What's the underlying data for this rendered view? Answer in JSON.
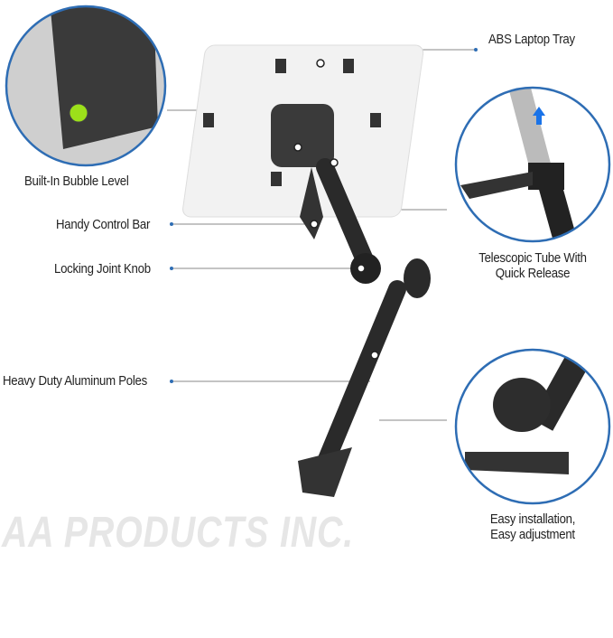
{
  "labels": {
    "tray": "ABS Laptop Tray",
    "bubble": "Built-In Bubble Level",
    "control_bar": "Handy Control Bar",
    "joint_knob": "Locking Joint Knob",
    "poles": "Heavy Duty Aluminum Poles",
    "telescopic_line1": "Telescopic Tube With",
    "telescopic_line2": "Quick Release",
    "install_line1": "Easy installation,",
    "install_line2": "Easy adjustment"
  },
  "watermark": "AA PRODUCTS INC.",
  "colors": {
    "accent": "#2e6db4",
    "leader": "#8a8a8a",
    "arm": "#2a2a2a"
  }
}
